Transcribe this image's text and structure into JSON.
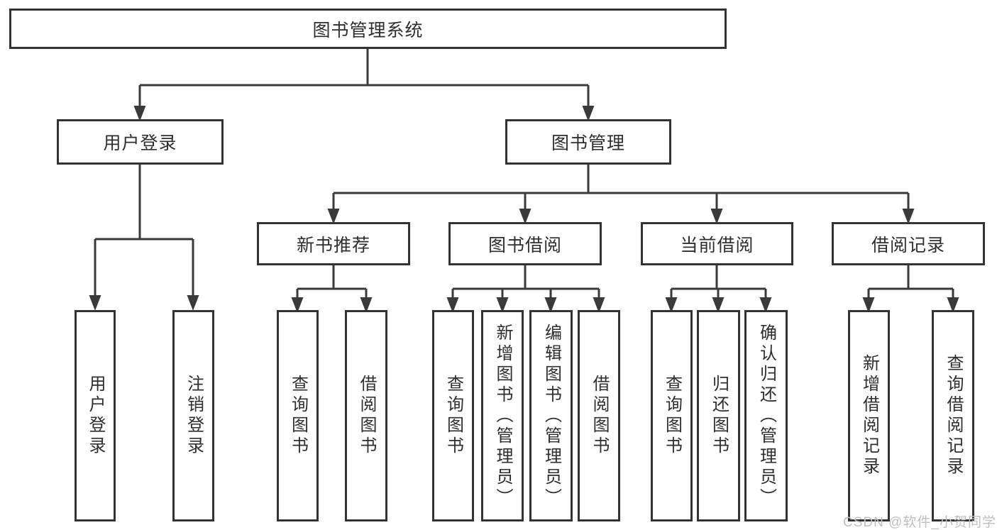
{
  "tree": {
    "root": {
      "label": "图书管理系统"
    },
    "level2": [
      {
        "label": "用户登录",
        "parent": "图书管理系统"
      },
      {
        "label": "图书管理",
        "parent": "图书管理系统"
      }
    ],
    "level3": [
      {
        "label": "新书推荐",
        "parent": "图书管理"
      },
      {
        "label": "图书借阅",
        "parent": "图书管理"
      },
      {
        "label": "当前借阅",
        "parent": "图书管理"
      },
      {
        "label": "借阅记录",
        "parent": "图书管理"
      }
    ],
    "leaves": [
      {
        "label": "用户登录",
        "parent": "用户登录"
      },
      {
        "label": "注销登录",
        "parent": "用户登录"
      },
      {
        "label": "查询图书",
        "parent": "新书推荐"
      },
      {
        "label": "借阅图书",
        "parent": "新书推荐"
      },
      {
        "label": "查询图书",
        "parent": "图书借阅"
      },
      {
        "label": "新增图书（管理员）",
        "parent": "图书借阅"
      },
      {
        "label": "编辑图书（管理员）",
        "parent": "图书借阅"
      },
      {
        "label": "借阅图书",
        "parent": "图书借阅"
      },
      {
        "label": "查询图书",
        "parent": "当前借阅"
      },
      {
        "label": "归还图书",
        "parent": "当前借阅"
      },
      {
        "label": "确认归还（管理员）",
        "parent": "当前借阅"
      },
      {
        "label": "新增借阅记录",
        "parent": "借阅记录"
      },
      {
        "label": "查询借阅记录",
        "parent": "借阅记录"
      }
    ]
  },
  "watermark": "CSDN @软件_小贺同学",
  "colors": {
    "line": "#3a3a3a",
    "box_border": "#333333",
    "text": "#2e2e2e",
    "watermark": "#bcc0c4",
    "background": "#ffffff"
  }
}
